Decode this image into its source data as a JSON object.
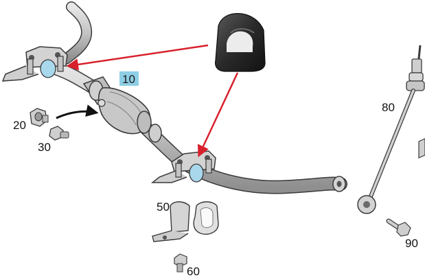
{
  "callouts": {
    "c10": "10",
    "c20": "20",
    "c30": "30",
    "c50": "50",
    "c60": "60",
    "c80": "80",
    "c90": "90"
  },
  "colors": {
    "highlight_box": "#8ecfe6",
    "bushing_highlight": "#a9d8ec",
    "red_arrow": "#d8202c",
    "part_fill": "#c9c9c9",
    "part_stroke": "#3a3a3a",
    "bushing_dark": "#2b2b2b"
  },
  "icons": {
    "inset": "rubber-bushing-photo",
    "pointer": "black-curved-arrow"
  }
}
